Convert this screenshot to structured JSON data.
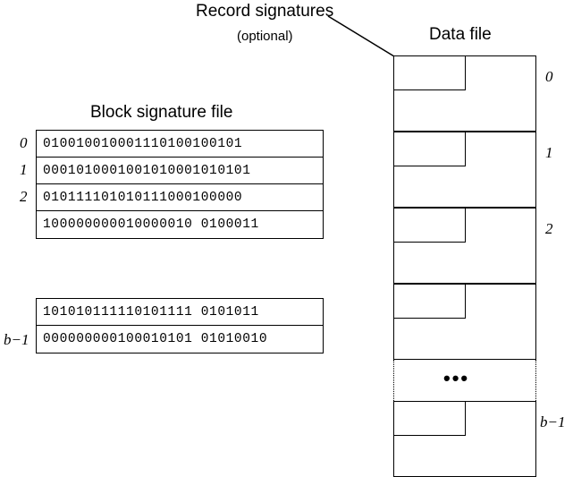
{
  "figure": {
    "annotation": {
      "title": "Record signatures",
      "subtitle": "(optional)"
    },
    "block_signature_file": {
      "title": "Block signature file",
      "groups": [
        {
          "rows": [
            {
              "label": "0",
              "bits": "010010010001110100100101"
            },
            {
              "label": "1",
              "bits": "0001010001001010001010101"
            },
            {
              "label": "2",
              "bits": "010111101010111000100000"
            },
            {
              "label": "",
              "bits": "100000000010000010 0100011"
            }
          ]
        },
        {
          "rows": [
            {
              "label": "",
              "bits": "101010111110101111 0101011"
            },
            {
              "label": "b−1",
              "bits": "000000000100010101 01010010"
            }
          ]
        }
      ]
    },
    "data_file": {
      "title": "Data file",
      "blocks": [
        {
          "label": "0"
        },
        {
          "label": "1"
        },
        {
          "label": "2"
        },
        {
          "label": ""
        }
      ],
      "ellipsis": "•••",
      "last_block": {
        "label": "b−1"
      }
    },
    "colors": {
      "stroke": "#000000",
      "background": "#ffffff"
    }
  }
}
